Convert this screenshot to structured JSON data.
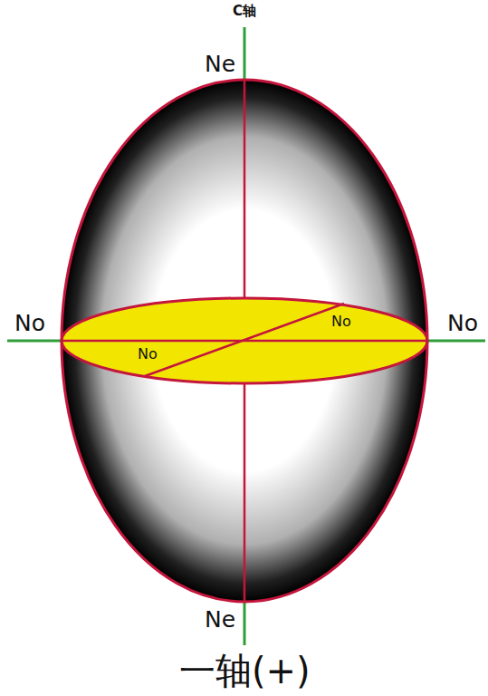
{
  "diagram": {
    "caption": "一轴(+)",
    "labels": [
      "C轴",
      "Ne",
      "No",
      "No",
      "No",
      "No",
      "Ne"
    ]
  }
}
